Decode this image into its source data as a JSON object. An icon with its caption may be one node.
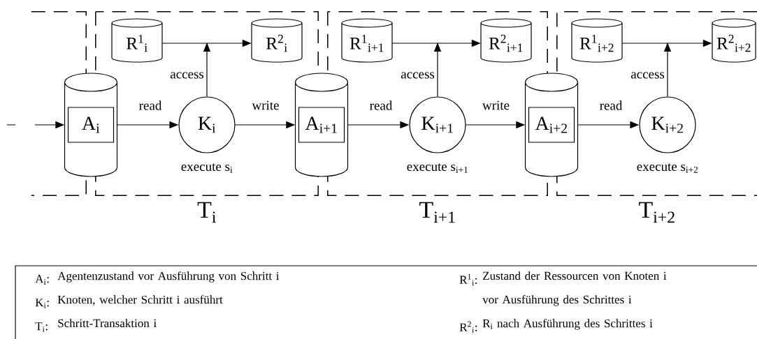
{
  "diagram": {
    "nodes": [
      {
        "text": [],
        "shape": "box"
      },
      {
        "text": [
          "T$_{i}$"
        ]
      },
      {
        "text": [
          "T$_{i+1}$"
        ]
      },
      {
        "text": [
          "T$_{i+2}$"
        ]
      },
      {
        "text": [
          "R$^{1}$$_{i}$"
        ],
        "in": 1
      },
      {
        "text": [
          "R$^{2}$$_{i}$"
        ],
        "in": 1
      },
      {
        "text": [
          "R$^{1}$$_{i+1}$"
        ],
        "in": 2
      },
      {
        "text": [
          "R$^{2}$$_{i+1}$"
        ],
        "in": 2
      },
      {
        "text": [
          "R$^{1}$$_{i+2}$"
        ],
        "in": 3
      },
      {
        "text": [
          "R$^{2}$$_{i+2}$"
        ],
        "in": 3
      },
      {
        "text": [],
        "shape": "cylinder"
      },
      {
        "text": [
          "A$_{i}$"
        ],
        "in": 10
      },
      {
        "text": [
          "K$_{i}$"
        ],
        "in": 1,
        "beside": [
          "execute s$_{i}$"
        ]
      },
      {
        "text": [],
        "shape": "cylinder"
      },
      {
        "text": [
          "A$_{i+1}$"
        ],
        "in": 13
      },
      {
        "text": [
          "K$_{i+1}$"
        ],
        "in": 2,
        "beside": [
          "execute s$_{i+1}$"
        ]
      },
      {
        "text": [],
        "shape": "cylinder"
      },
      {
        "text": [
          "A$_{i+2}$"
        ],
        "in": 16
      },
      {
        "text": [
          "K$_{i+2}$"
        ],
        "in": 3,
        "beside": [
          "execute s$_{i+2}$"
        ]
      }
    ],
    "edges": [
      {
        "from": null,
        "to": 10,
        "arrow": "to",
        "style": "dashed"
      },
      {
        "from": 10,
        "to": 12,
        "arrow": "to",
        "label": "read"
      },
      {
        "from": 12,
        "to": 13,
        "arrow": "to",
        "label": "write"
      },
      {
        "from": 13,
        "to": 15,
        "arrow": "to",
        "label": "read"
      },
      {
        "from": 15,
        "to": 16,
        "arrow": "to",
        "label": "write"
      },
      {
        "from": 16,
        "to": 18,
        "arrow": "to",
        "label": "read"
      },
      {
        "from": 4,
        "to": 5,
        "arrow": "to"
      },
      {
        "from": 6,
        "to": 7,
        "arrow": "to"
      },
      {
        "from": 8,
        "to": 9,
        "arrow": "to"
      },
      {
        "from": 12,
        "to": null,
        "arrow": "to",
        "label": "access"
      },
      {
        "from": 15,
        "to": null,
        "arrow": "to",
        "label": "access"
      },
      {
        "from": 18,
        "to": null,
        "arrow": "to",
        "label": "access"
      }
    ],
    "labels": [
      "A$_{i}$:",
      "Agentenzustand vor Ausführung von Schritt i",
      "R$^{1}$$_{i}$:",
      "Zustand der Ressourcen von Knoten i vor Ausführung des Schrittes i",
      "K$_{i}$:",
      "Knoten, welcher Schritt i ausführt",
      "T$_{i}$:",
      "Schritt-Transaktion i",
      "R$^{2}$$_{i}$:",
      "R$_{i}$ nach Ausführung des Schrittes i"
    ]
  }
}
